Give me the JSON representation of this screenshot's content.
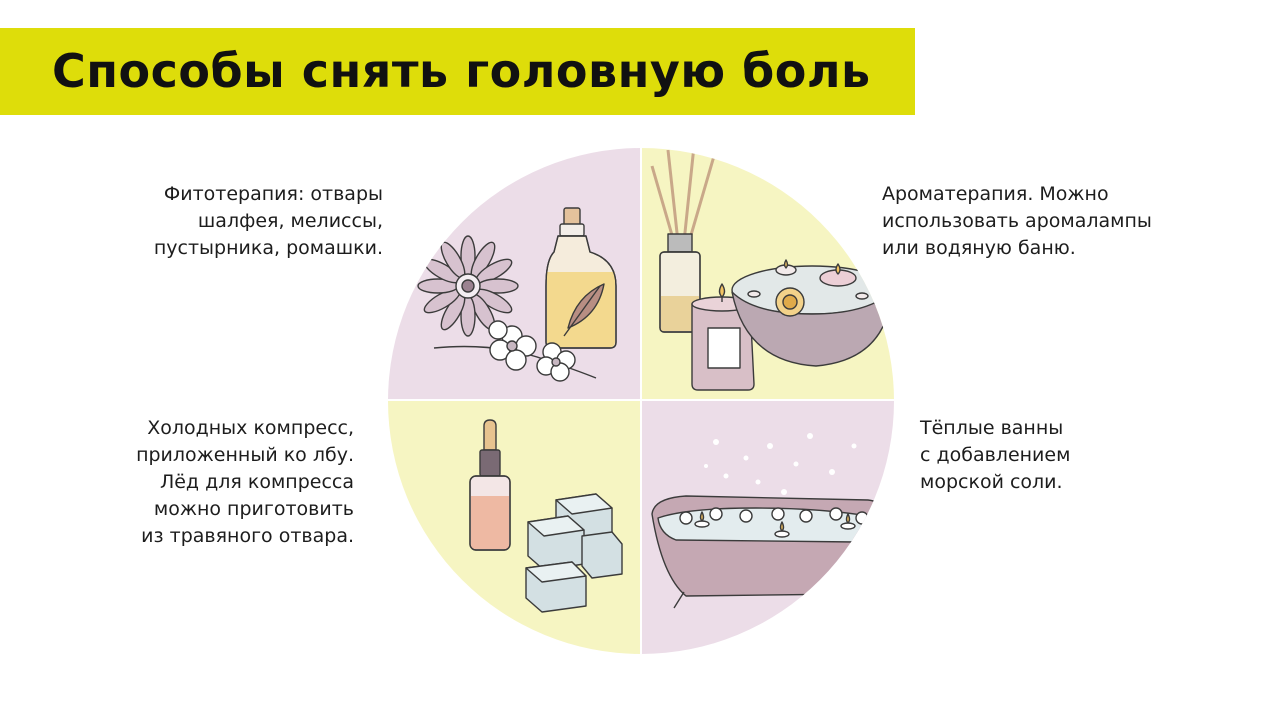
{
  "title": "Способы снять головную боль",
  "colors": {
    "title_bar": "#dedd0a",
    "pink_quadrant": "#ecdde8",
    "yellow_quadrant": "#f6f5c2"
  },
  "sections": {
    "phytotherapy": {
      "lines": [
        "Фитотерапия: отвары",
        "шалфея, мелиссы,",
        "пустырника, ромашки."
      ],
      "icon": "herbs-oil-bottle-icon"
    },
    "aromatherapy": {
      "lines": [
        "Ароматерапия. Можно",
        "использовать аромалампы",
        "или водяную баню."
      ],
      "icon": "aroma-candles-icon"
    },
    "cold_compress": {
      "lines": [
        "Холодных компресс,",
        "приложенный ко лбу.",
        "Лёд для компресса",
        "можно приготовить",
        "из травяного отвара."
      ],
      "icon": "dropper-ice-cubes-icon"
    },
    "warm_bath": {
      "lines": [
        "Тёплые ванны",
        "с добавлением",
        "морской соли."
      ],
      "icon": "bathtub-icon"
    }
  }
}
